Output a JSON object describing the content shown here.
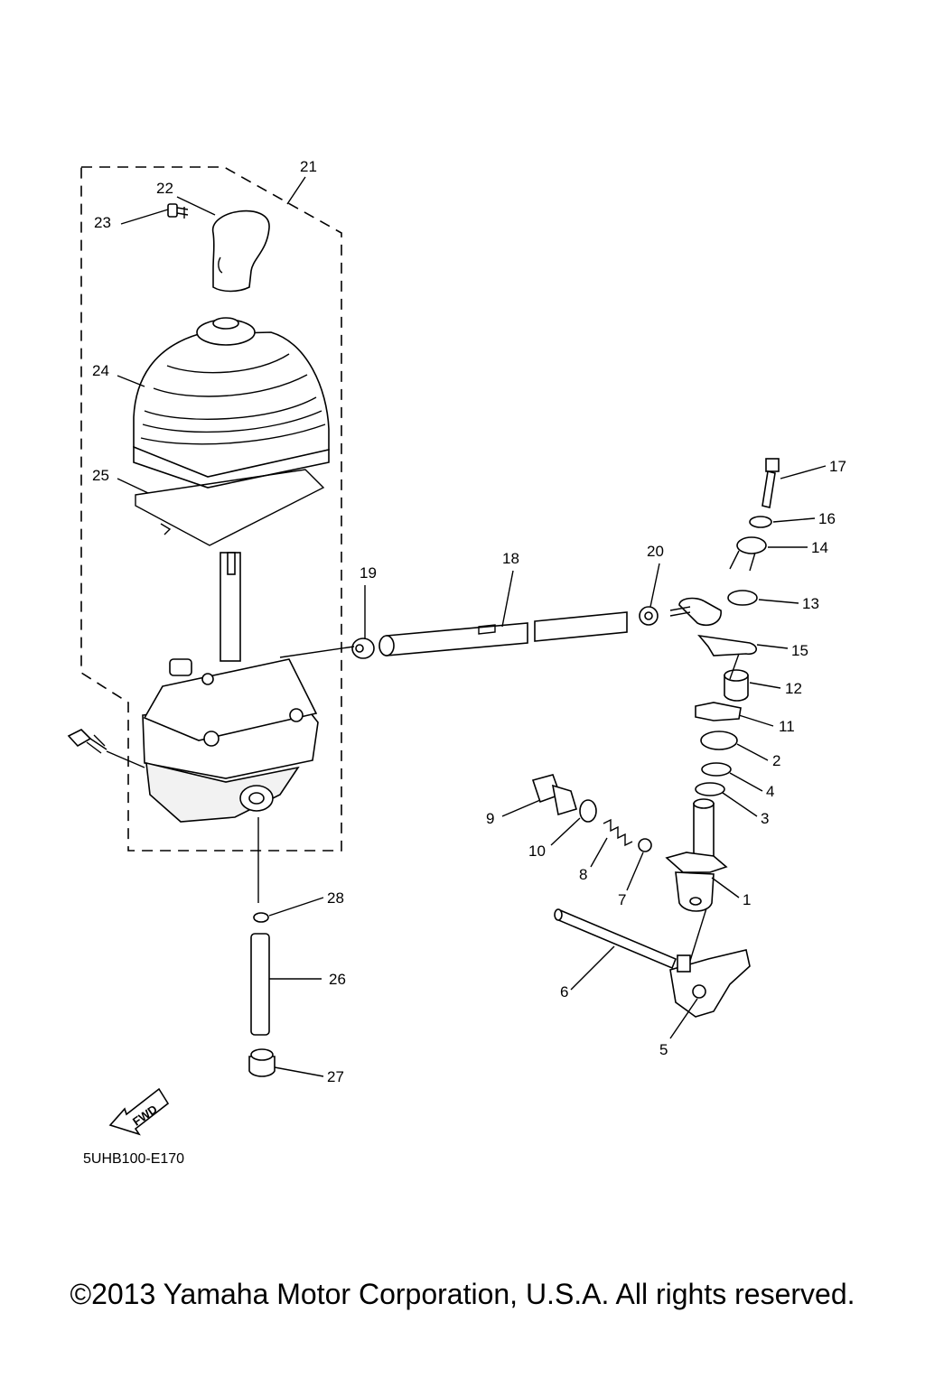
{
  "diagram": {
    "callouts": [
      {
        "id": "1",
        "text": "1"
      },
      {
        "id": "2",
        "text": "2"
      },
      {
        "id": "3",
        "text": "3"
      },
      {
        "id": "4",
        "text": "4"
      },
      {
        "id": "5",
        "text": "5"
      },
      {
        "id": "6",
        "text": "6"
      },
      {
        "id": "7",
        "text": "7"
      },
      {
        "id": "8",
        "text": "8"
      },
      {
        "id": "9",
        "text": "9"
      },
      {
        "id": "10",
        "text": "10"
      },
      {
        "id": "11",
        "text": "11"
      },
      {
        "id": "12",
        "text": "12"
      },
      {
        "id": "13",
        "text": "13"
      },
      {
        "id": "14",
        "text": "14"
      },
      {
        "id": "15",
        "text": "15"
      },
      {
        "id": "16",
        "text": "16"
      },
      {
        "id": "17",
        "text": "17"
      },
      {
        "id": "18",
        "text": "18"
      },
      {
        "id": "19",
        "text": "19"
      },
      {
        "id": "20",
        "text": "20"
      },
      {
        "id": "21",
        "text": "21"
      },
      {
        "id": "22",
        "text": "22"
      },
      {
        "id": "23",
        "text": "23"
      },
      {
        "id": "24",
        "text": "24"
      },
      {
        "id": "25",
        "text": "25"
      },
      {
        "id": "26",
        "text": "26"
      },
      {
        "id": "27",
        "text": "27"
      },
      {
        "id": "28",
        "text": "28"
      }
    ],
    "fwd_label": "FWD",
    "diagram_code": "5UHB100-E170"
  },
  "footer": {
    "copyright": "©2013 Yamaha Motor Corporation, U.S.A. All rights reserved."
  }
}
